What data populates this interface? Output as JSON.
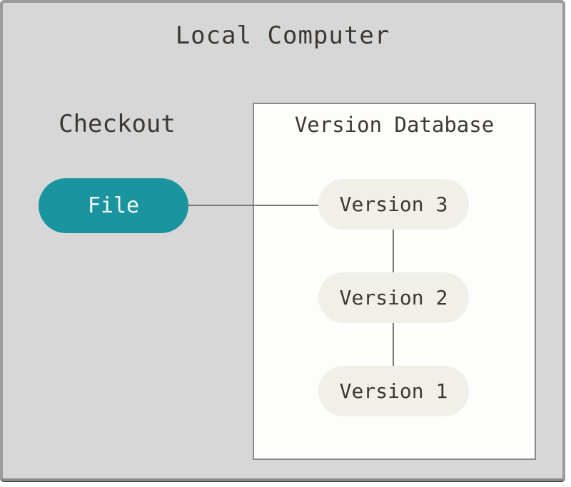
{
  "diagram": {
    "title": "Local Computer",
    "checkout": {
      "label": "Checkout",
      "file_node_label": "File"
    },
    "version_database": {
      "title": "Version Database",
      "nodes": [
        "Version 3",
        "Version 2",
        "Version 1"
      ]
    },
    "connections": [
      "File - Version 3",
      "Version 3 - Version 2",
      "Version 2 - Version 1"
    ],
    "colors": {
      "canvas_bg": "#D7D7D7",
      "canvas_border": "#9B9B9B",
      "box_bg": "#FDFDFC",
      "box_border": "#8B8B8B",
      "file_node_bg": "#1A95A0",
      "file_node_text": "#F4F5F3",
      "version_node_bg": "#F0EFE8",
      "text": "#3D3833",
      "connector": "#7E7872"
    }
  }
}
